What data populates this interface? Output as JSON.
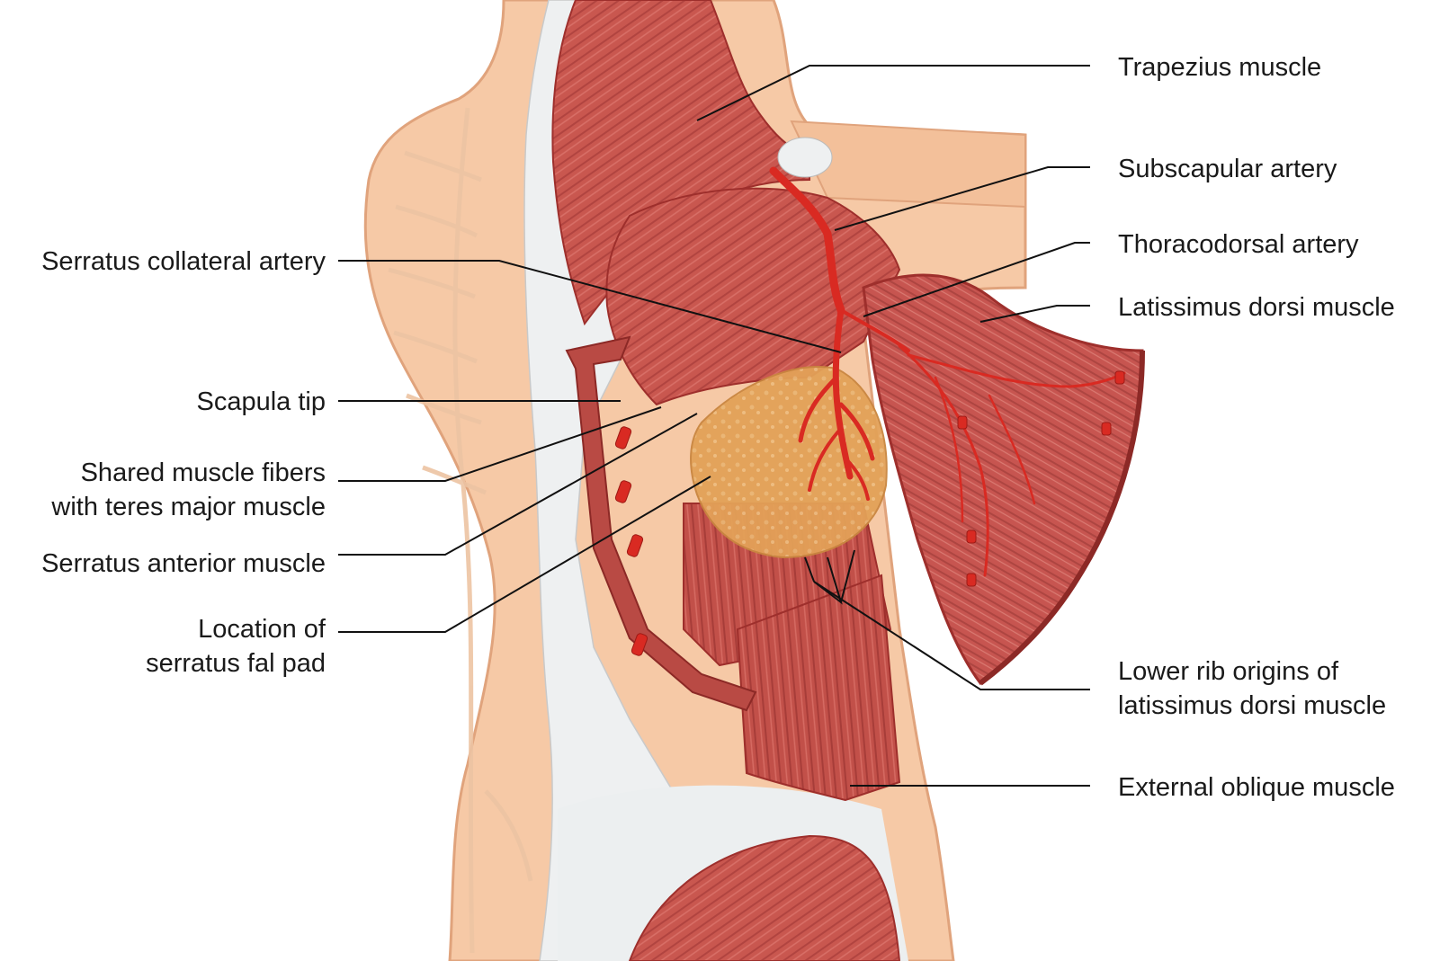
{
  "colors": {
    "skin": "#f6c9a6",
    "skin_edge": "#e0a37c",
    "bone": "#f3d8bf",
    "muscle": "#c9574f",
    "muscle_dark": "#9e2f2c",
    "fascia": "#eef0f1",
    "artery": "#d92a22",
    "fat_pad": "#e6a45a",
    "leader": "#111111"
  },
  "labels_left": {
    "serratus_collateral_artery": "Serratus collateral artery",
    "scapula_tip": "Scapula tip",
    "shared_fibers_line1": "Shared muscle fibers",
    "shared_fibers_line2": "with teres major muscle",
    "serratus_anterior_muscle": "Serratus anterior muscle",
    "fat_pad_line1": "Location of",
    "fat_pad_line2": "serratus fal pad"
  },
  "labels_right": {
    "trapezius_muscle": "Trapezius muscle",
    "subscapular_artery": "Subscapular artery",
    "thoracodorsal_artery": "Thoracodorsal artery",
    "latissimus_dorsi_muscle": "Latissimus dorsi muscle",
    "lower_rib_line1": "Lower rib origins of",
    "lower_rib_line2": "latissimus dorsi muscle",
    "external_oblique_muscle": "External oblique muscle"
  }
}
